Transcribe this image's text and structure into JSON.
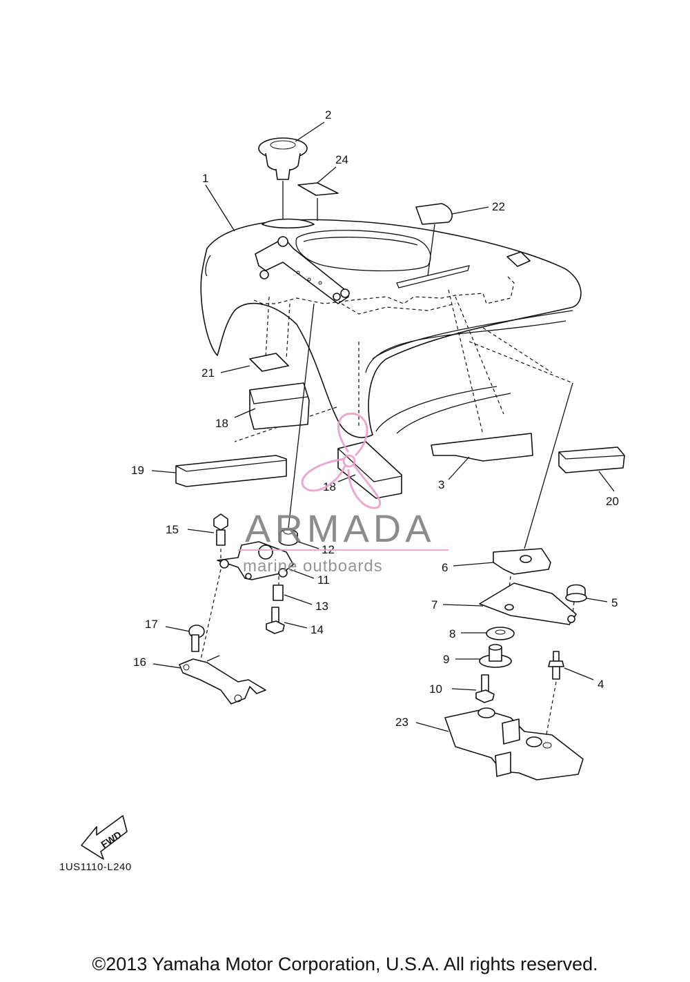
{
  "callouts": [
    {
      "id": "1",
      "label": "1"
    },
    {
      "id": "2",
      "label": "2"
    },
    {
      "id": "3",
      "label": "3"
    },
    {
      "id": "4",
      "label": "4"
    },
    {
      "id": "5",
      "label": "5"
    },
    {
      "id": "6",
      "label": "6"
    },
    {
      "id": "7",
      "label": "7"
    },
    {
      "id": "8",
      "label": "8"
    },
    {
      "id": "9",
      "label": "9"
    },
    {
      "id": "10",
      "label": "10"
    },
    {
      "id": "11",
      "label": "11"
    },
    {
      "id": "12",
      "label": "12"
    },
    {
      "id": "13",
      "label": "13"
    },
    {
      "id": "14",
      "label": "14"
    },
    {
      "id": "15",
      "label": "15"
    },
    {
      "id": "16",
      "label": "16"
    },
    {
      "id": "17",
      "label": "17"
    },
    {
      "id": "18a",
      "label": "18"
    },
    {
      "id": "18b",
      "label": "18"
    },
    {
      "id": "19",
      "label": "19"
    },
    {
      "id": "20",
      "label": "20"
    },
    {
      "id": "21",
      "label": "21"
    },
    {
      "id": "22",
      "label": "22"
    },
    {
      "id": "23",
      "label": "23"
    },
    {
      "id": "24",
      "label": "24"
    }
  ],
  "fwd_label": "FWD",
  "diagram_code": "1US1110-L240",
  "watermark": {
    "name": "ARMADA",
    "subtitle": "marine outboards",
    "accent_color": "#e8a0c8"
  },
  "copyright": "©2013 Yamaha Motor Corporation, U.S.A. All rights reserved."
}
